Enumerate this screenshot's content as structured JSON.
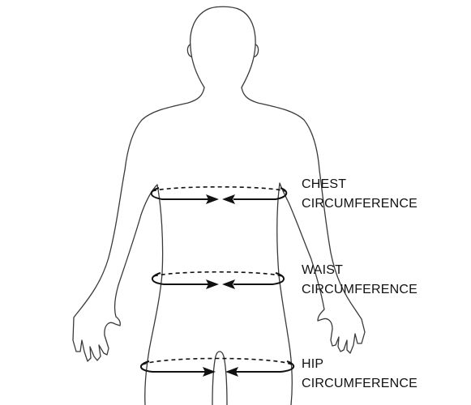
{
  "colors": {
    "outline": "#3a3a3a",
    "band": "#111111",
    "background": "#ffffff"
  },
  "measurements": [
    {
      "id": "chest",
      "line1": "CHEST",
      "line2": "CIRCUMFERENCE"
    },
    {
      "id": "waist",
      "line1": "WAIST",
      "line2": "CIRCUMFERENCE"
    },
    {
      "id": "hip",
      "line1": "HIP",
      "line2": "CIRCUMFERENCE"
    }
  ]
}
